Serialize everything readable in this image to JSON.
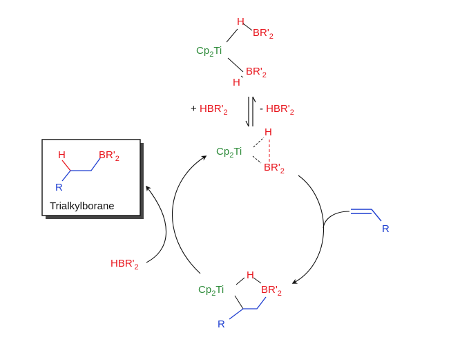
{
  "colors": {
    "titanium": "#2e8b3a",
    "boron_hydride": "#e8141c",
    "alkyl": "#1f3fd1",
    "text": "#111111"
  },
  "dimer": {
    "h_top": "H",
    "br_top_main": "BR'",
    "br_top_sub": "2",
    "ti_cp": "Cp",
    "ti_sub": "2",
    "ti_main": "Ti",
    "br_bottom_main": "BR'",
    "br_bottom_sub": "2",
    "h_bottom": "H"
  },
  "equilibrium": {
    "plus_sign": "+ ",
    "left_reagent_main": "HBR'",
    "left_reagent_sub": "2",
    "minus_sign": "- ",
    "right_reagent_main": "HBR'",
    "right_reagent_sub": "2"
  },
  "monomer": {
    "ti_cp": "Cp",
    "ti_sub": "2",
    "ti_main": "Ti",
    "h": "H",
    "br_main": "BR'",
    "br_sub": "2"
  },
  "alkene": {
    "r": "R"
  },
  "alkyl_complex": {
    "ti_cp": "Cp",
    "ti_sub": "2",
    "ti_main": "Ti",
    "h": "H",
    "br_main": "BR'",
    "br_sub": "2",
    "r": "R"
  },
  "hbr_input": {
    "main": "HBR'",
    "sub": "2"
  },
  "product": {
    "h": "H",
    "br_main": "BR'",
    "br_sub": "2",
    "r": "R",
    "name": "Trialkylborane"
  }
}
